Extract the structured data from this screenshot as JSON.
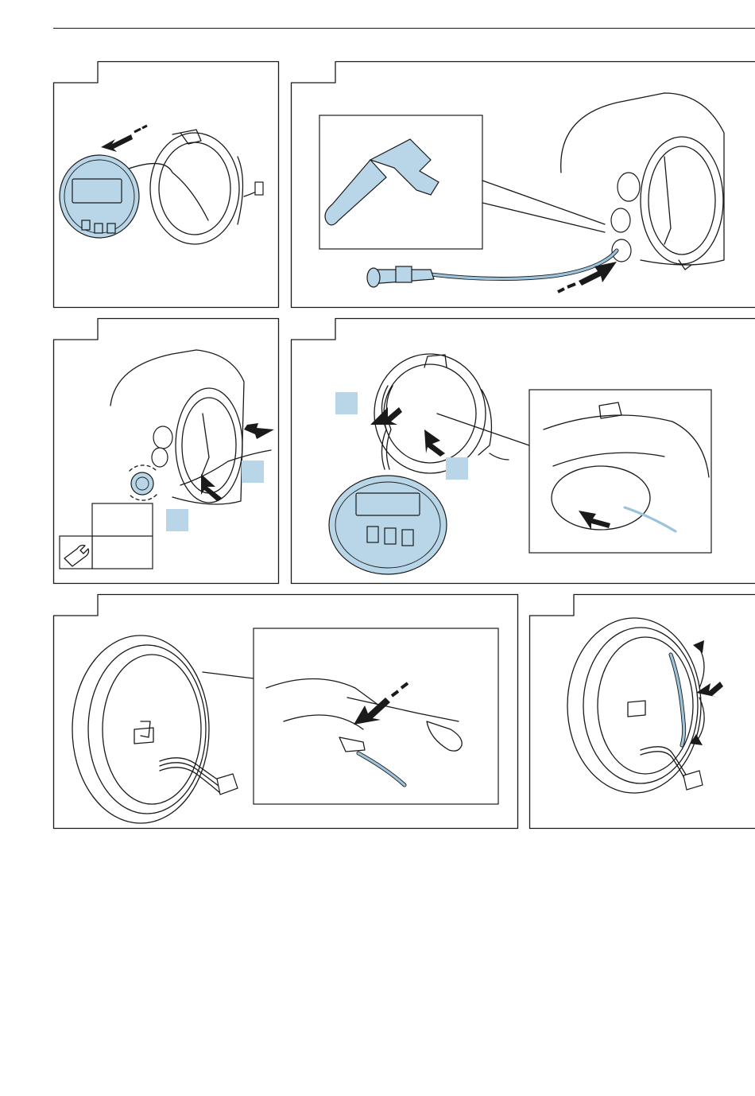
{
  "page": {
    "background": "#ffffff",
    "line_color": "#1a1a1a",
    "accent_color": "#b8d6e8"
  },
  "panels": [
    {
      "id": "panel-1",
      "content": "display-module-removed-from-housing"
    },
    {
      "id": "panel-2",
      "content": "angled-connector-cable-inserted-into-housing"
    },
    {
      "id": "panel-3",
      "content": "cable-gland-and-wire-routing",
      "tool_icon": "wrench-icon"
    },
    {
      "id": "panel-4",
      "content": "display-cable-routed-through-housing-opening"
    },
    {
      "id": "panel-5",
      "content": "display-back-cover-screwdriver-detail"
    },
    {
      "id": "panel-6",
      "content": "cable-clipped-into-display-holder"
    }
  ]
}
